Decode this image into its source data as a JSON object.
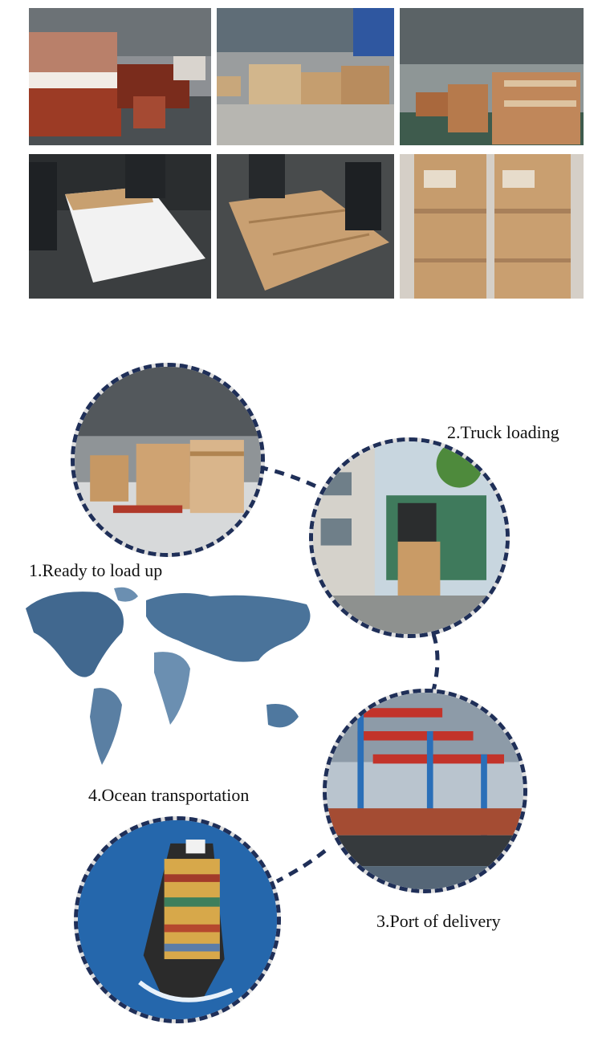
{
  "gallery": {
    "photos": [
      {
        "name": "warehouse-door-stacks",
        "desc_icon": "photo"
      },
      {
        "name": "warehouse-packed-pallets",
        "desc_icon": "photo"
      },
      {
        "name": "warehouse-panel-piles",
        "desc_icon": "photo"
      },
      {
        "name": "workers-wrapping-door",
        "desc_icon": "photo"
      },
      {
        "name": "workers-cardboard-packing",
        "desc_icon": "photo"
      },
      {
        "name": "carton-boxes-labeled",
        "desc_icon": "photo"
      }
    ]
  },
  "process": {
    "steps": [
      {
        "label": "1.Ready to load up"
      },
      {
        "label": "2.Truck loading"
      },
      {
        "label": "3.Port of delivery"
      },
      {
        "label": "4.Ocean transportation"
      }
    ],
    "colors": {
      "dash": "#1f2f58",
      "map": "#3f6b95"
    }
  }
}
